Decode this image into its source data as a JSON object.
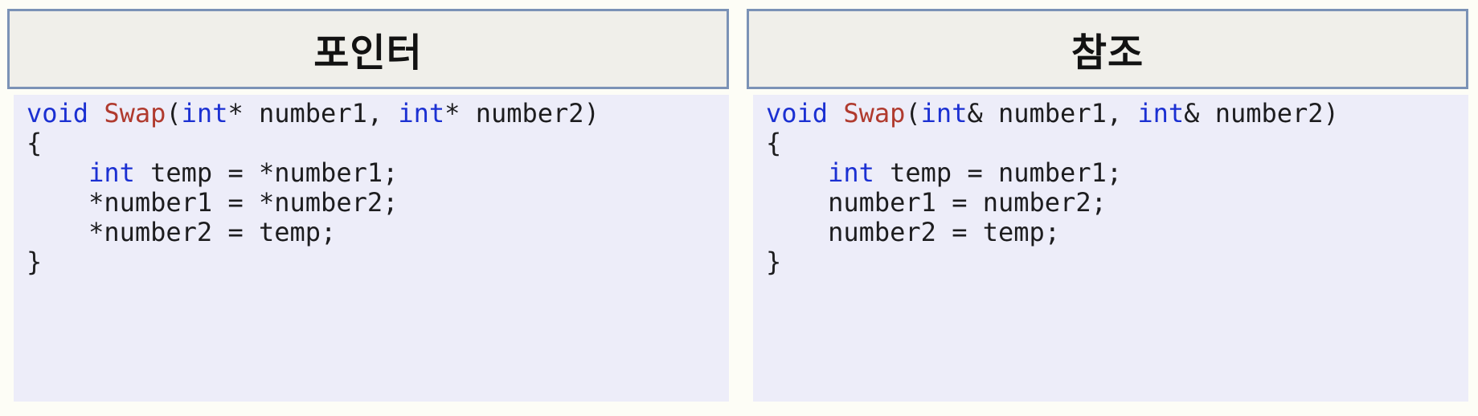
{
  "colors": {
    "page_bg": "#fdfdf6",
    "header_bg": "#f0efea",
    "header_border": "#7b92b6",
    "title_text": "#121212",
    "code_bg": "#ededf9",
    "code_text": "#1d1d1f",
    "keyword": "#1b30d2",
    "function_name": "#b03a2e"
  },
  "panels": [
    {
      "id": "pointer",
      "title": "포인터",
      "code_lines": [
        [
          {
            "t": "void",
            "s": "kw"
          },
          {
            "t": " ",
            "s": "pl"
          },
          {
            "t": "Swap",
            "s": "fn"
          },
          {
            "t": "(",
            "s": "pl"
          },
          {
            "t": "int",
            "s": "kw"
          },
          {
            "t": "* number1, ",
            "s": "pl"
          },
          {
            "t": "int",
            "s": "kw"
          },
          {
            "t": "* number2)",
            "s": "pl"
          }
        ],
        [
          {
            "t": "{",
            "s": "pl"
          }
        ],
        [
          {
            "t": "    ",
            "s": "pl"
          },
          {
            "t": "int",
            "s": "kw"
          },
          {
            "t": " temp = *number1;",
            "s": "pl"
          }
        ],
        [
          {
            "t": "    *number1 = *number2;",
            "s": "pl"
          }
        ],
        [
          {
            "t": "    *number2 = temp;",
            "s": "pl"
          }
        ],
        [
          {
            "t": "}",
            "s": "pl"
          }
        ]
      ]
    },
    {
      "id": "reference",
      "title": "참조",
      "code_lines": [
        [
          {
            "t": "void",
            "s": "kw"
          },
          {
            "t": " ",
            "s": "pl"
          },
          {
            "t": "Swap",
            "s": "fn"
          },
          {
            "t": "(",
            "s": "pl"
          },
          {
            "t": "int",
            "s": "kw"
          },
          {
            "t": "& number1, ",
            "s": "pl"
          },
          {
            "t": "int",
            "s": "kw"
          },
          {
            "t": "& number2)",
            "s": "pl"
          }
        ],
        [
          {
            "t": "{",
            "s": "pl"
          }
        ],
        [
          {
            "t": "    ",
            "s": "pl"
          },
          {
            "t": "int",
            "s": "kw"
          },
          {
            "t": " temp = number1;",
            "s": "pl"
          }
        ],
        [
          {
            "t": "    number1 = number2;",
            "s": "pl"
          }
        ],
        [
          {
            "t": "    number2 = temp;",
            "s": "pl"
          }
        ],
        [
          {
            "t": "}",
            "s": "pl"
          }
        ]
      ]
    }
  ]
}
